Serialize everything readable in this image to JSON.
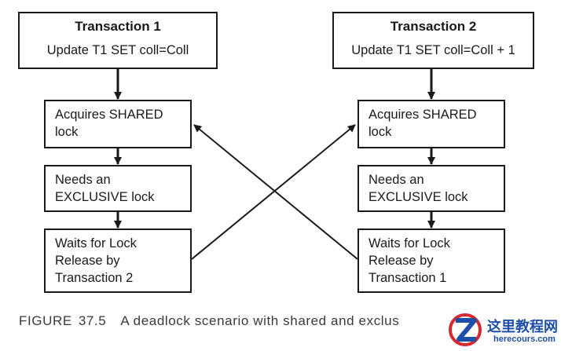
{
  "transaction1": {
    "title": "Transaction 1",
    "statement": "Update T1 SET coll=Coll",
    "steps": [
      "Acquires SHARED\nlock",
      "Needs an\nEXCLUSIVE lock",
      "Waits for Lock\nRelease by\nTransaction 2"
    ]
  },
  "transaction2": {
    "title": "Transaction 2",
    "statement": "Update T1 SET coll=Coll + 1",
    "steps": [
      "Acquires SHARED\nlock",
      "Needs an\nEXCLUSIVE lock",
      "Waits for Lock\nRelease by\nTransaction 1"
    ]
  },
  "caption": {
    "label": "FIGURE",
    "number": "37.5",
    "text": "A deadlock scenario with shared and exclus"
  },
  "watermark": {
    "name": "这里教程网",
    "url": "herecours.com"
  },
  "colors": {
    "line": "#1a1a1a",
    "watermark": "#1e4fa8",
    "watermark_accent": "#d7282f"
  }
}
